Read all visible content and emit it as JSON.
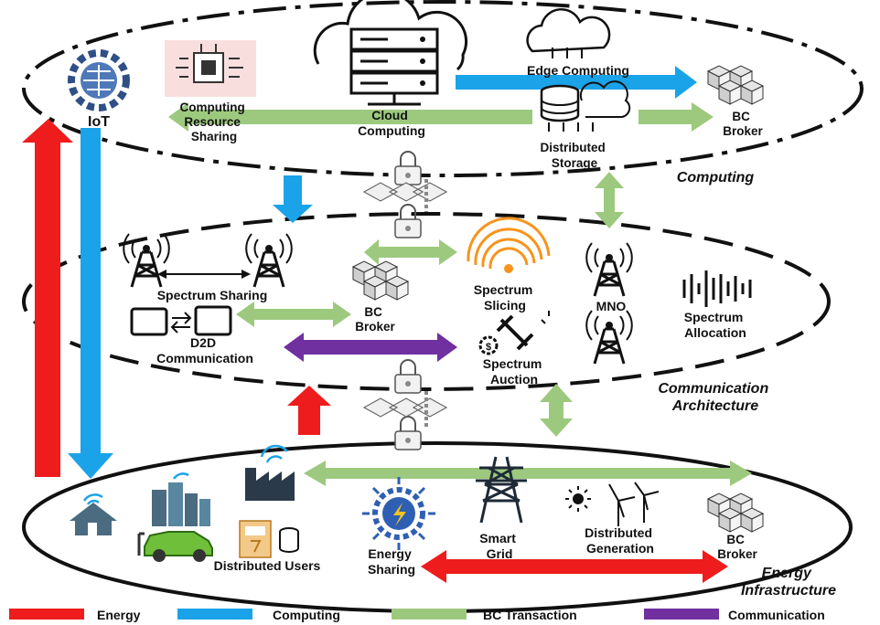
{
  "layers": {
    "computing": "Computing",
    "communication_1": "Communication",
    "communication_2": "Architecture",
    "energy_1": "Energy",
    "energy_2": "Infrastructure"
  },
  "computing": {
    "iot": "IoT",
    "resource_1": "Computing",
    "resource_2": "Resource",
    "resource_3": "Sharing",
    "cloud_1": "Cloud",
    "cloud_2": "Computing",
    "edge": "Edge Computing",
    "storage_1": "Distributed",
    "storage_2": "Storage",
    "broker_1": "BC",
    "broker_2": "Broker"
  },
  "communication": {
    "spectrum_sharing": "Spectrum Sharing",
    "broker_1": "BC",
    "broker_2": "Broker",
    "slicing_1": "Spectrum",
    "slicing_2": "Slicing",
    "mno": "MNO",
    "allocation_1": "Spectrum",
    "allocation_2": "Allocation",
    "d2d_1": "D2D",
    "d2d_2": "Communication",
    "auction_1": "Spectrum",
    "auction_2": "Auction"
  },
  "energy": {
    "users": "Distributed Users",
    "sharing_1": "Energy",
    "sharing_2": "Sharing",
    "grid_1": "Smart",
    "grid_2": "Grid",
    "generation_1": "Distributed",
    "generation_2": "Generation",
    "broker_1": "BC",
    "broker_2": "Broker"
  },
  "legend": [
    {
      "label": "Energy",
      "color": "#ee1c1c"
    },
    {
      "label": "Computing",
      "color": "#1aa3e8"
    },
    {
      "label": "BC Transaction",
      "color": "#9dc97e"
    },
    {
      "label": "Communication",
      "color": "#7030a0"
    }
  ]
}
